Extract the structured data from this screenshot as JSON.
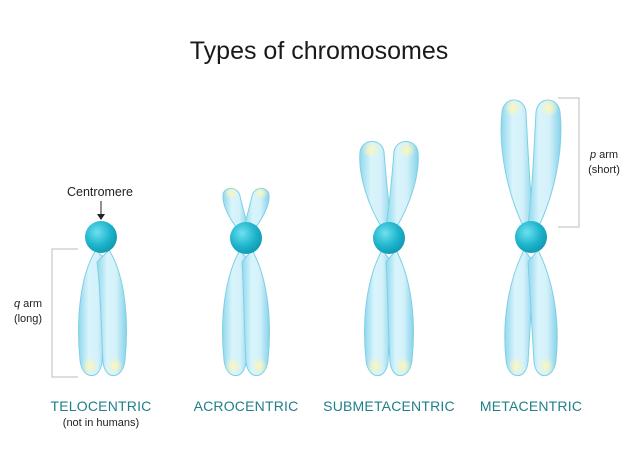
{
  "title": "Types of chromosomes",
  "annotations": {
    "centromere": "Centromere",
    "q_arm": "q",
    "q_arm_rest": " arm",
    "q_arm_sub": "(long)",
    "p_arm": "p",
    "p_arm_rest": " arm",
    "p_arm_sub": "(short)"
  },
  "chromosomes": [
    {
      "label": "TELOCENTRIC",
      "note": "(not in humans)"
    },
    {
      "label": "ACROCENTRIC"
    },
    {
      "label": "SUBMETACENTRIC"
    },
    {
      "label": "METACENTRIC"
    }
  ],
  "colors": {
    "arm_fill": "#bdeaf7",
    "arm_edge": "#6fc9e2",
    "centromere": "#1db4cc",
    "tip": "#f6f2a8",
    "label": "#1f7f8a"
  }
}
